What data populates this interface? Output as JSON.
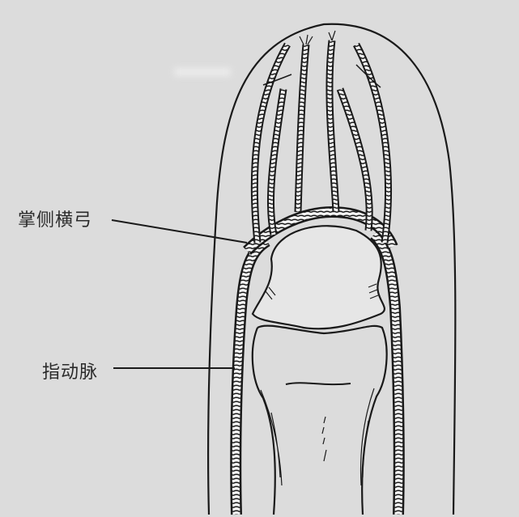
{
  "diagram": {
    "subject": "finger tip arterial anatomy (palmar view)",
    "labels": [
      {
        "id": "palmar-transverse-arch",
        "text": "掌侧横弓"
      },
      {
        "id": "digital-artery",
        "text": "指动脉"
      }
    ],
    "colors": {
      "background": "#dcdcdc",
      "ink": "#1a1a1a"
    }
  }
}
